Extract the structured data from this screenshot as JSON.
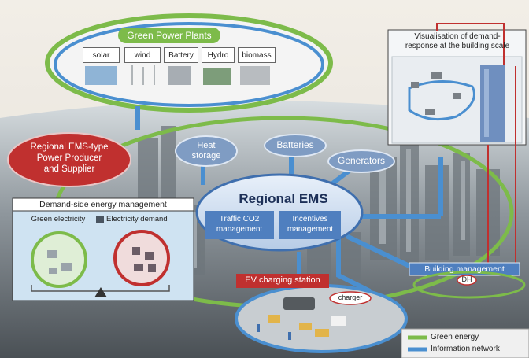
{
  "green_power_plants": {
    "title": "Green Power Plants",
    "sources": [
      "solar",
      "wind",
      "Battery",
      "Hydro",
      "biomass"
    ]
  },
  "producer": {
    "label": "Regional EMS-type\nPower Producer\nand Supplier"
  },
  "nodes": {
    "heat_storage": "Heat\nstorage",
    "batteries": "Batteries",
    "generators": "Generators"
  },
  "regional_ems": {
    "title": "Regional EMS",
    "sub_left": "Traffic CO2\nmanagement",
    "sub_right": "Incentives\nmanagement"
  },
  "demand_side": {
    "title": "Demand-side energy management",
    "green_electricity": "Green electricity",
    "electricity_demand": "Electricity demand"
  },
  "visualisation": {
    "title": "Visualisation of demand-\nresponse at the building scale"
  },
  "ev_station": {
    "label": "EV charging station",
    "charger": "charger"
  },
  "building_management": "Building management",
  "dh": "DH",
  "legend": {
    "green_energy": "Green energy",
    "information_network": "Information network"
  },
  "colors": {
    "green_energy": "#7dbb4a",
    "information_network": "#4a8fd0",
    "producer_red": "#c0302f",
    "ems_blue": "#3f6fae",
    "panel_bg": "#cfe3f2"
  }
}
